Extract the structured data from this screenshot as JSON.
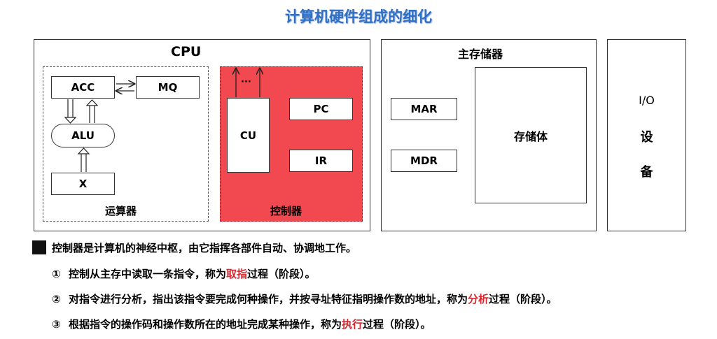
{
  "title": "计算机硬件组成的细化",
  "cpu": {
    "label": "CPU",
    "alu_unit": {
      "label": "运算器",
      "acc": "ACC",
      "mq": "MQ",
      "alu": "ALU",
      "x": "X"
    },
    "control_unit": {
      "label": "控制器",
      "cu": "CU",
      "pc": "PC",
      "ir": "IR",
      "dots": "···"
    }
  },
  "memory": {
    "label": "主存储器",
    "mar": "MAR",
    "mdr": "MDR",
    "storage": "存储体"
  },
  "io": {
    "line1": "I/O",
    "line2": "设",
    "line3": "备"
  },
  "notes": {
    "main": "控制器是计算机的神经中枢，由它指挥各部件自动、协调地工作。",
    "item1": {
      "num": "①",
      "pre": "控制从主存中读取一条指令，称为",
      "hl": "取指",
      "post": "过程（阶段）。"
    },
    "item2": {
      "num": "②",
      "pre": "对指令进行分析，指出该指令要完成何种操作，并按寻址特征指明操作数的地址，称为",
      "hl": "分析",
      "post": "过程（阶段）。"
    },
    "item3": {
      "num": "③",
      "pre": "根据指令的操作码和操作数所在的地址完成某种操作，称为",
      "hl": "执行",
      "post": "过程（阶段）。"
    }
  }
}
